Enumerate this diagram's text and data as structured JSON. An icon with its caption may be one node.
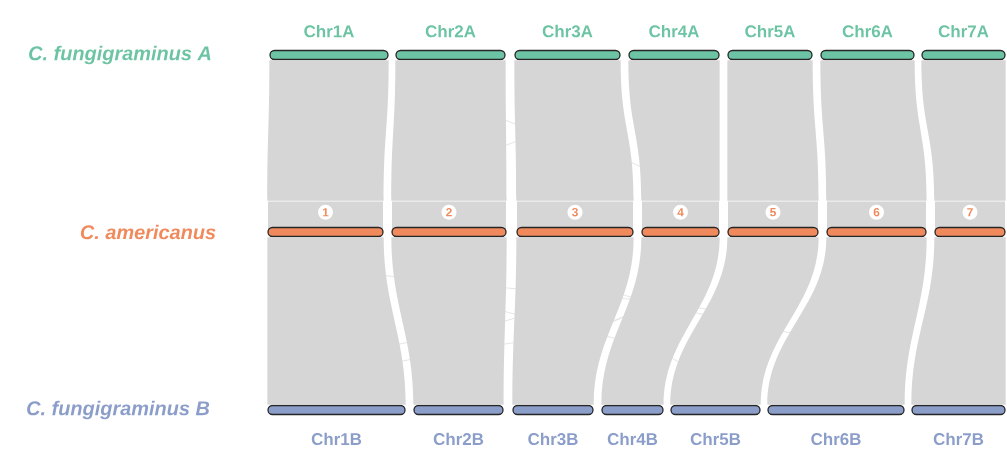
{
  "diagram": {
    "nodes": [
      {
        "text": [
          "Chr1A"
        ]
      },
      {
        "text": [
          "Chr2A"
        ]
      },
      {
        "text": [
          "Chr3A"
        ]
      },
      {
        "text": [
          "Chr4A"
        ]
      },
      {
        "text": [
          "Chr5A"
        ]
      },
      {
        "text": [
          "Chr6A"
        ]
      },
      {
        "text": [
          "Chr7A"
        ]
      },
      {
        "text": [
          "1"
        ]
      },
      {
        "text": [
          "2"
        ]
      },
      {
        "text": [
          "3"
        ]
      },
      {
        "text": [
          "4"
        ]
      },
      {
        "text": [
          "5"
        ]
      },
      {
        "text": [
          "6"
        ]
      },
      {
        "text": [
          "7"
        ]
      },
      {
        "text": [
          "Chr1B"
        ]
      },
      {
        "text": [
          "Chr2B"
        ]
      },
      {
        "text": [
          "Chr3B"
        ]
      },
      {
        "text": [
          "Chr4B"
        ]
      },
      {
        "text": [
          "Chr5B"
        ]
      },
      {
        "text": [
          "Chr6B"
        ]
      },
      {
        "text": [
          "Chr7B"
        ]
      }
    ],
    "edges": [
      {
        "from": 0,
        "to": 7,
        "arrow": "none"
      },
      {
        "from": 1,
        "to": 8,
        "arrow": "none"
      },
      {
        "from": 2,
        "to": 9,
        "arrow": "none"
      },
      {
        "from": 3,
        "to": 10,
        "arrow": "none"
      },
      {
        "from": 4,
        "to": 11,
        "arrow": "none"
      },
      {
        "from": 5,
        "to": 12,
        "arrow": "none"
      },
      {
        "from": 6,
        "to": 13,
        "arrow": "none"
      },
      {
        "from": 7,
        "to": 14,
        "arrow": "none"
      },
      {
        "from": 8,
        "to": 15,
        "arrow": "none"
      },
      {
        "from": 9,
        "to": 16,
        "arrow": "none"
      },
      {
        "from": 10,
        "to": 17,
        "arrow": "none"
      },
      {
        "from": 11,
        "to": 18,
        "arrow": "none"
      },
      {
        "from": 12,
        "to": 19,
        "arrow": "none"
      },
      {
        "from": 13,
        "to": 20,
        "arrow": "none"
      }
    ],
    "labels": [
      "C. fungigraminus A",
      "C. americanus",
      "C. fungigraminus B"
    ]
  }
}
